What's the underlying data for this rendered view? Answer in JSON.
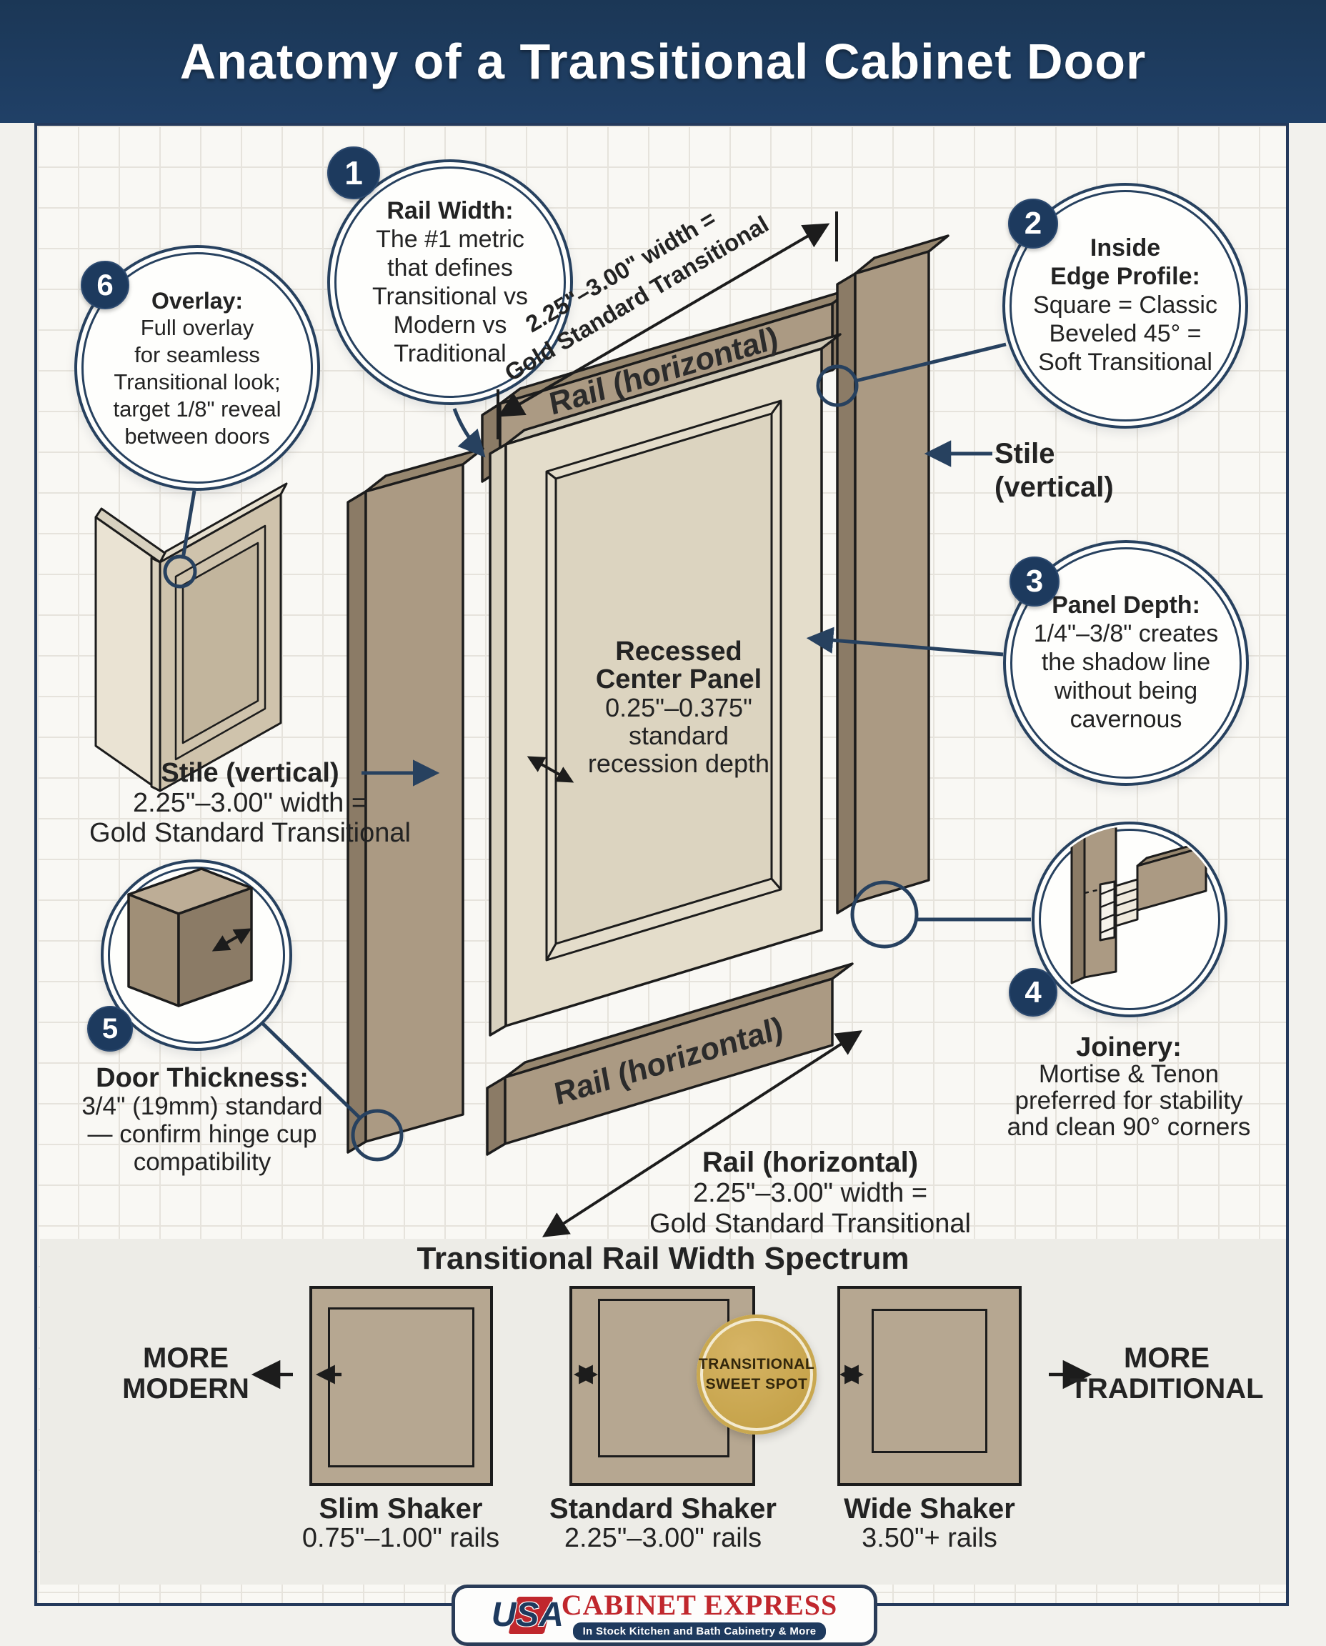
{
  "header": {
    "title": "Anatomy of a Transitional Cabinet Door"
  },
  "callouts": {
    "c1": {
      "badge": "1",
      "lines": [
        "Rail Width:",
        "The #1 metric",
        "that defines",
        "Transitional vs",
        "Modern vs",
        "Traditional"
      ]
    },
    "c2": {
      "badge": "2",
      "lines": [
        "Inside",
        "Edge Profile:",
        "Square = Classic",
        "Beveled 45° =",
        "Soft Transitional"
      ]
    },
    "c3": {
      "badge": "3",
      "lines": [
        "Panel Depth:",
        "1/4\"–3/8\" creates",
        "the shadow line",
        "without being",
        "cavernous"
      ]
    },
    "c4": {
      "badge": "4",
      "caption": [
        "Joinery:",
        "Mortise & Tenon",
        "preferred for stability",
        "and clean 90° corners"
      ]
    },
    "c5": {
      "badge": "5",
      "caption": [
        "Door Thickness:",
        "3/4\" (19mm) standard",
        "— confirm hinge cup",
        "compatibility"
      ]
    },
    "c6": {
      "badge": "6",
      "lines": [
        "Overlay:",
        "Full overlay",
        "for seamless",
        "Transitional look;",
        "target 1/8\" reveal",
        "between doors"
      ]
    }
  },
  "diagram": {
    "top_dimension": [
      "2.25\"–3.00\" width =",
      "Gold Standard Transitional"
    ],
    "rail_top_label": "Rail (horizontal)",
    "rail_bottom_label": "Rail (horizontal)",
    "stile_right": [
      "Stile",
      "(vertical)"
    ],
    "stile_left": [
      "Stile (vertical)",
      "2.25\"–3.00\" width =",
      "Gold Standard Transitional"
    ],
    "panel": [
      "Recessed",
      "Center Panel",
      "0.25\"–0.375\"",
      "standard",
      "recession depth"
    ],
    "rail_bottom_caption": [
      "Rail (horizontal)",
      "2.25\"–3.00\" width =",
      "Gold Standard Transitional"
    ]
  },
  "spectrum": {
    "title": "Transitional Rail Width Spectrum",
    "left_label": [
      "MORE",
      "MODERN"
    ],
    "right_label": [
      "MORE",
      "TRADITIONAL"
    ],
    "sweet_spot": [
      "TRANSITIONAL",
      "SWEET SPOT"
    ],
    "doors": [
      {
        "name": "Slim Shaker",
        "rails": "0.75\"–1.00\" rails"
      },
      {
        "name": "Standard Shaker",
        "rails": "2.25\"–3.00\" rails"
      },
      {
        "name": "Wide Shaker",
        "rails": "3.50\"+ rails"
      }
    ]
  },
  "footer": {
    "logo": "USA",
    "brand": "CABINET EXPRESS",
    "tagline": "In Stock Kitchen and Bath Cabinetry & More"
  },
  "colors": {
    "navy": "#1d3a5c",
    "ring": "#27415f",
    "wood_tan": "#ab9a83",
    "wood_dark": "#8b7b66",
    "panel_cream": "#e4ddcb",
    "gold": "#c9a54e",
    "red": "#c0272d",
    "ink": "#1c1c1c"
  }
}
